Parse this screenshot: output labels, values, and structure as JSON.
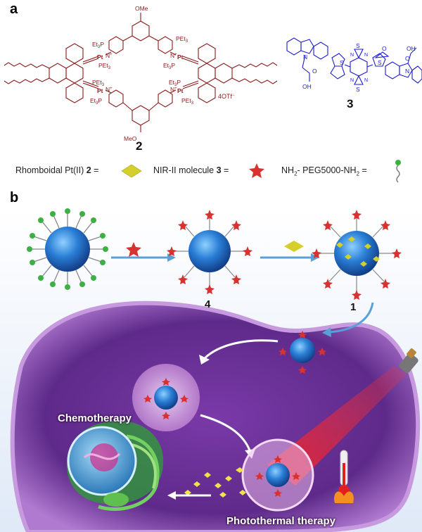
{
  "panel_a": {
    "label": "a",
    "compound_2_number": "2",
    "compound_3_number": "3",
    "chem_labels": {
      "pet3": "PEt",
      "sub3": "3",
      "et3p": "Et",
      "p": "P",
      "ome": "OMe",
      "meo": "MeO",
      "counterion": "4OTf",
      "counterion_sup": "−",
      "n_plus": "N",
      "plus": "+",
      "pt": "Pt",
      "oh": "OH",
      "o": "O",
      "n": "N",
      "s": "S"
    }
  },
  "legend": {
    "rhomboid_text": "Rhomboidal Pt(II) ",
    "rhomboid_num": "2",
    "nir_text": "NIR-II molecule ",
    "nir_num": "3",
    "peg_text_a": "NH",
    "peg_sub": "2",
    "peg_text_b": "- PEG5000-NH",
    "peg_sub2": "2",
    "equals": "="
  },
  "panel_b": {
    "label": "b",
    "np4_label": "4",
    "np1_label": "1",
    "chemotherapy": "Chemotherapy",
    "photothermal": "Photothermal therapy"
  },
  "colors": {
    "chem_red": "#8b1a1a",
    "chem_blue": "#1a1ad0",
    "rhombus": "#d4cf2a",
    "star": "#d93030",
    "peg_ball": "#3cb043",
    "cell": "#8a3fb0",
    "np_core": "#2a7fd6",
    "laser": "#e02020"
  }
}
